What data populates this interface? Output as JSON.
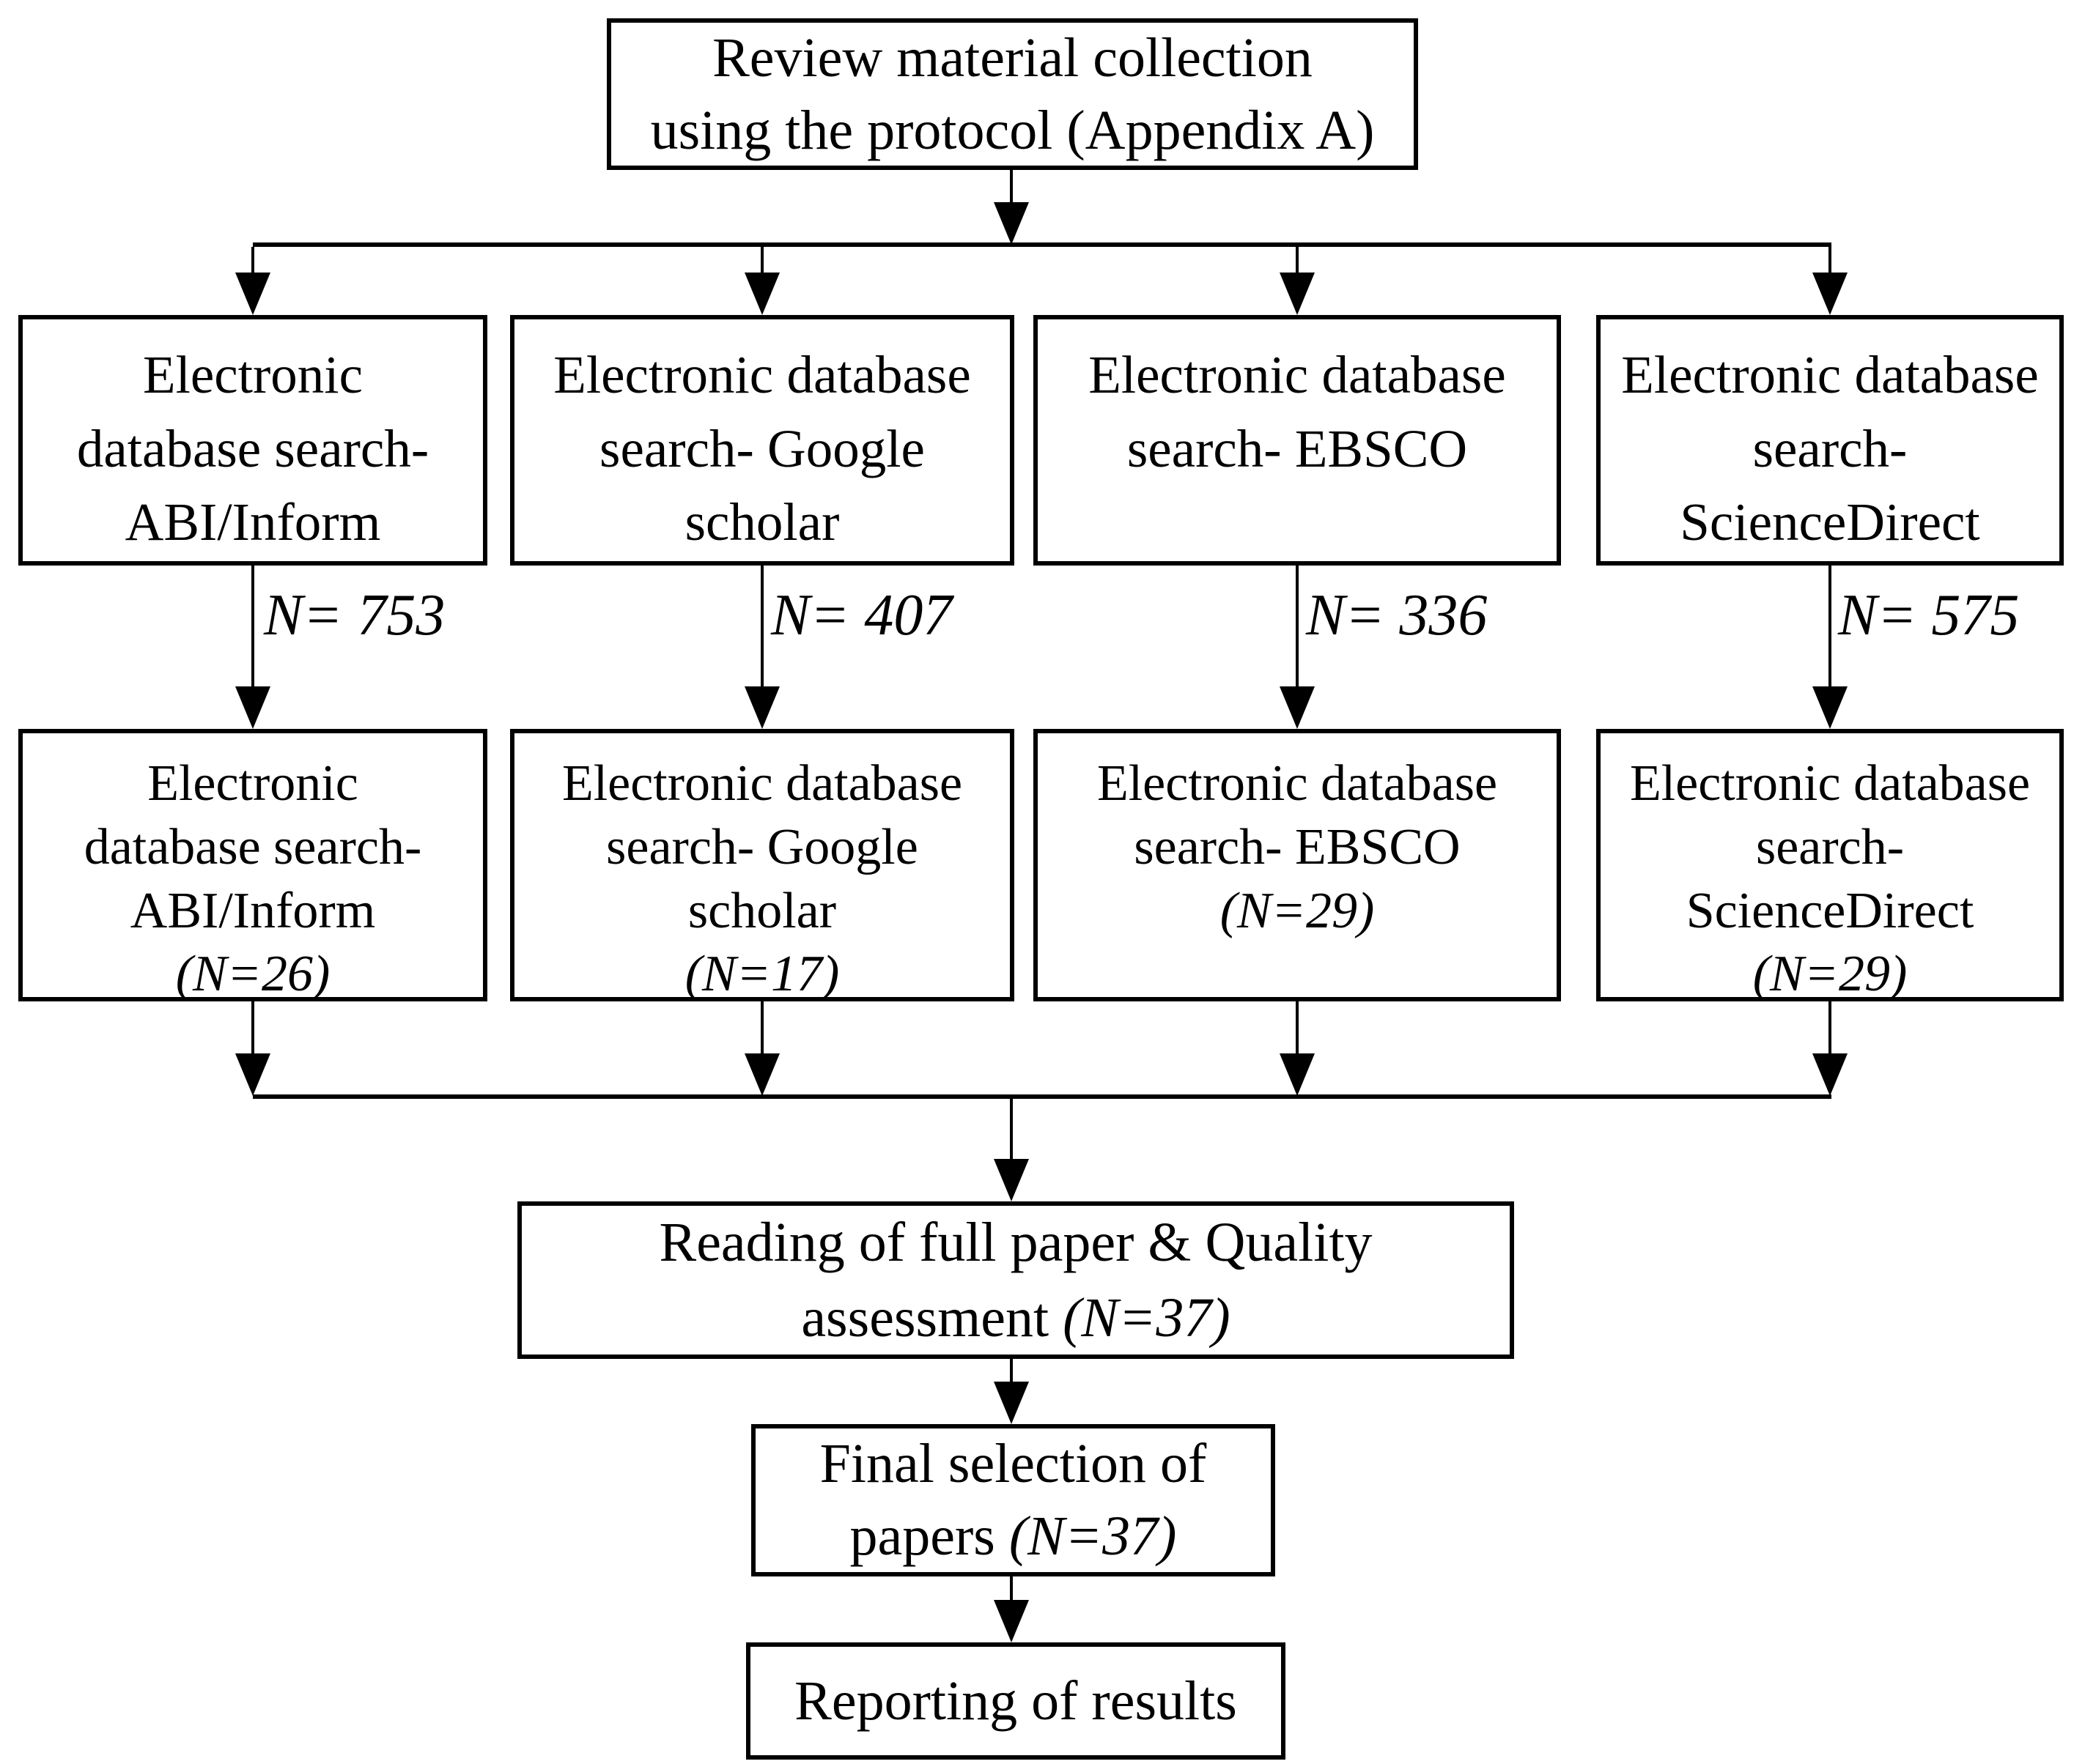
{
  "flowchart": {
    "colors": {
      "line": "#000000",
      "background": "#ffffff"
    },
    "title_box": {
      "lines": [
        "Review material collection",
        "using the protocol (Appendix A)"
      ]
    },
    "search_boxes": [
      {
        "lines": [
          "Electronic",
          "database search-",
          "ABI/Inform"
        ],
        "result_label": "N= 753"
      },
      {
        "lines": [
          "Electronic database",
          "search- Google",
          "scholar"
        ],
        "result_label": "N= 407"
      },
      {
        "lines": [
          "Electronic database",
          "search- EBSCO"
        ],
        "result_label": "N= 336"
      },
      {
        "lines": [
          "Electronic database",
          "search-",
          "ScienceDirect"
        ],
        "result_label": "N= 575"
      }
    ],
    "screened_boxes": [
      {
        "lines": [
          "Electronic",
          "database search-",
          "ABI/Inform"
        ],
        "count": "(N=26)"
      },
      {
        "lines": [
          "Electronic database",
          "search- Google",
          "scholar"
        ],
        "count": "(N=17)"
      },
      {
        "lines": [
          "Electronic database",
          "search- EBSCO"
        ],
        "count": "(N=29)"
      },
      {
        "lines": [
          "Electronic database",
          "search-",
          "ScienceDirect"
        ],
        "count": "(N=29)"
      }
    ],
    "quality_box": {
      "line1": "Reading of full paper & Quality",
      "line2_prefix": "assessment ",
      "line2_count": "(N=37)"
    },
    "final_box": {
      "line1": "Final selection of",
      "line2_prefix": "papers ",
      "line2_count": "(N=37)"
    },
    "reporting_box": {
      "line1": "Reporting of results"
    }
  }
}
